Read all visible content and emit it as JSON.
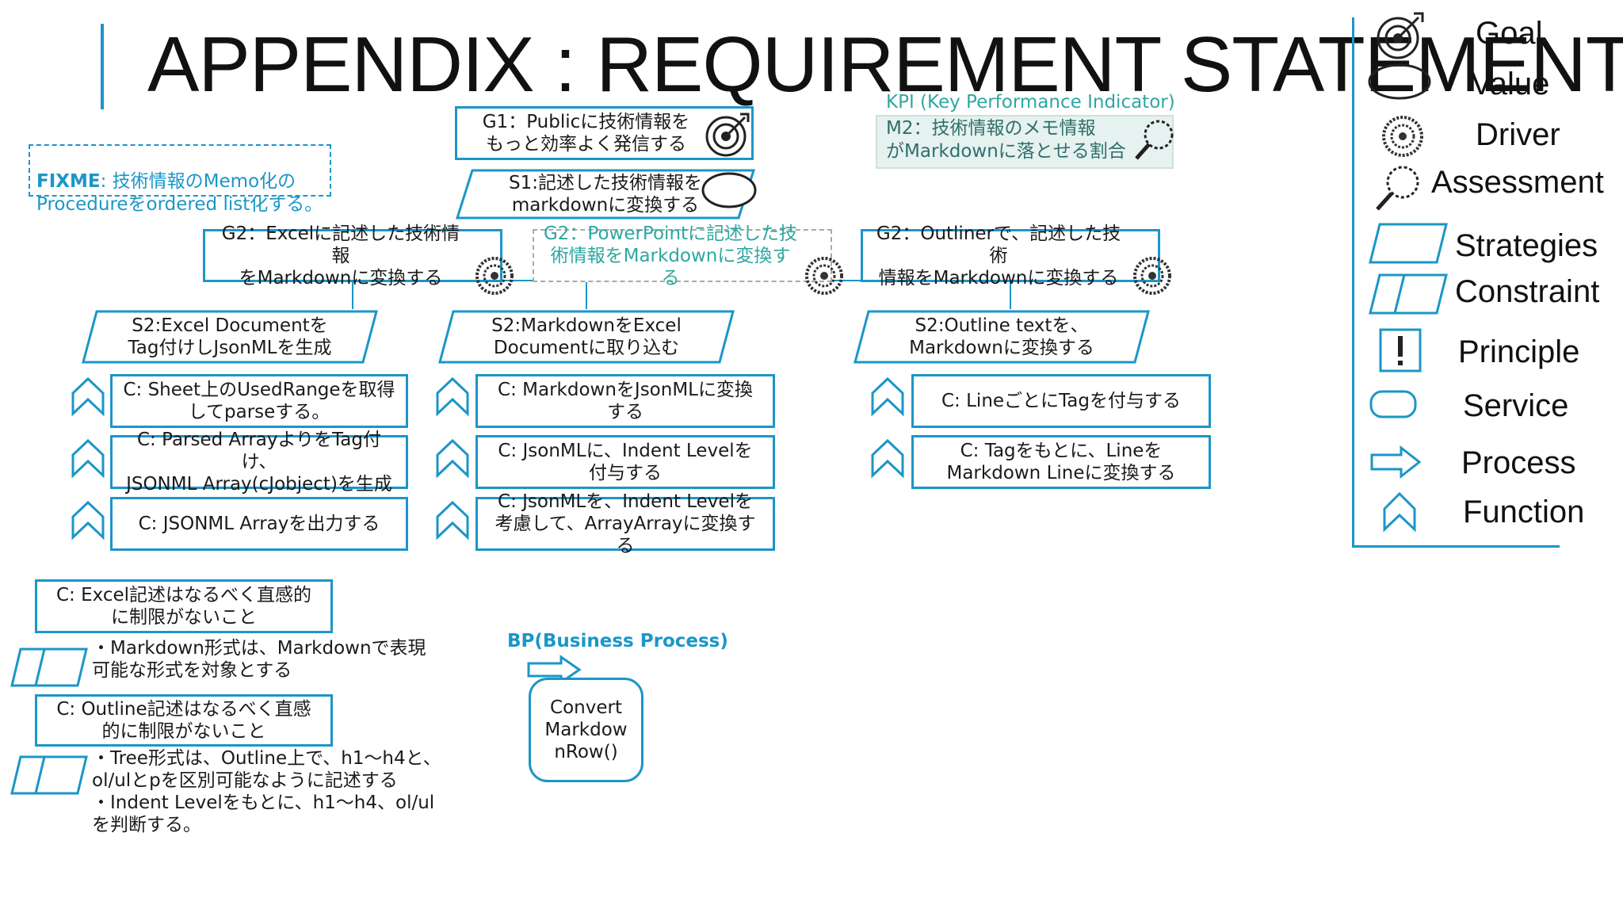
{
  "title": "APPENDIX : REQUIREMENT STATEMENT",
  "fixme": {
    "keyword": "FIXME",
    "text": ": 技術情報のMemo化の\nProcedureをordered list化する。"
  },
  "kpi": {
    "heading": "KPI (Key Performance Indicator)",
    "m2": "M2：技術情報のメモ情報\nがMarkdownに落とせる割合"
  },
  "goals": {
    "g1": "G1：Publicに技術情報を\nもっと効率よく発信する",
    "s1": "S1:記述した技術情報を\nmarkdownに変換する",
    "g2_excel": "G2：Excelに記述した技術情報\nをMarkdownに変換する",
    "g2_ppt": "G2：PowerPointに記述した技\n術情報をMarkdownに変換する",
    "g2_outliner": "G2：Outlinerで、記述した技術\n情報をMarkdownに変換する"
  },
  "strategies": {
    "s2_excel": "S2:Excel Documentを\nTag付けしJsonMLを生成",
    "s2_markdown": "S2:MarkdownをExcel\nDocumentに取り込む",
    "s2_outline": "S2:Outline textを、\nMarkdownに変換する"
  },
  "functions": {
    "col1": [
      "C: Sheet上のUsedRangeを取得\nしてparseする。",
      "C: Parsed ArrayよりをTag付け、\nJSONML Array(cJobject)を生成",
      "C: JSONML Arrayを出力する"
    ],
    "col2": [
      "C: MarkdownをJsonMLに変換\nする",
      "C: JsonMLに、Indent Levelを\n付与する",
      "C: JsonMLを、Indent Levelを\n考慮して、ArrayArrayに変換す\nる"
    ],
    "col3": [
      "C: LineごとにTagを付与する",
      "C: Tagをもとに、Lineを\nMarkdown Lineに変換する"
    ]
  },
  "constraints": {
    "c_excel": "C: Excel記述はなるべく直感的\nに制限がないこと",
    "note_excel": "・Markdown形式は、Markdownで表現\n可能な形式を対象とする",
    "c_outline": "C: Outline記述はなるべく直感\n的に制限がないこと",
    "note_outline": "・Tree形式は、Outline上で、h1～h4と、\nol/ulとpを区別可能なように記述する\n・Indent Levelをもとに、h1～h4、ol/ul\nを判断する。"
  },
  "bp": {
    "heading": "BP(Business Process)",
    "service": "Convert\nMarkdow\nnRow()"
  },
  "legend": {
    "goal": "Goal",
    "value": "Value",
    "driver": "Driver",
    "assessment": "Assessment",
    "strategies": "Strategies",
    "constraint": "Constraint",
    "principle": "Principle",
    "service": "Service",
    "process": "Process",
    "function": "Function"
  },
  "colors": {
    "accent": "#1b96c8",
    "teal": "#2ea7a0",
    "kpi_fill": "#e6f2f0"
  }
}
